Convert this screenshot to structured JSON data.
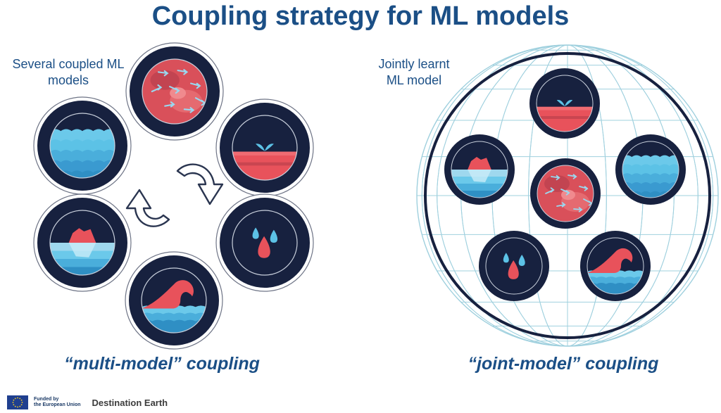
{
  "title": "Coupling strategy for ML models",
  "left": {
    "label_line1": "Several coupled ML",
    "label_line2": "models",
    "caption": "“multi-model” coupling"
  },
  "right": {
    "label_line1": "Jointly learnt",
    "label_line2": "ML model",
    "caption": "“joint-model” coupling"
  },
  "footer": {
    "funded_line1": "Funded by",
    "funded_line2": "the European Union",
    "brand": "Destination Earth"
  },
  "colors": {
    "title": "#1b4f86",
    "navy": "#17213f",
    "ocean_light": "#5cc2e6",
    "ocean_dark": "#2f8fc4",
    "coral": "#e8525b",
    "grid": "#9fd0de"
  },
  "icons": [
    "atmosphere-icon",
    "land-plant-icon",
    "ocean-waves-icon",
    "sea-ice-icon",
    "precipitation-icon",
    "hazard-wave-icon",
    "cycle-arrows-icon",
    "eu-flag-icon"
  ]
}
